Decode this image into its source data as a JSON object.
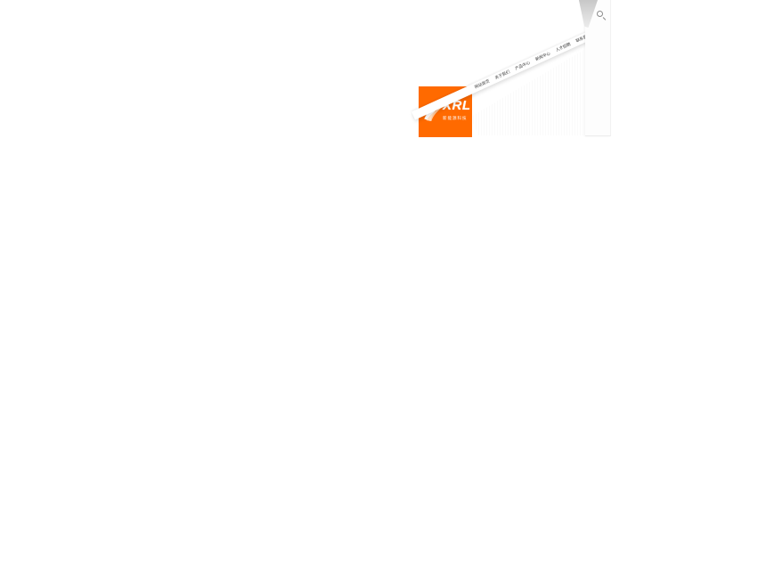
{
  "logo": {
    "brand": "XRL",
    "subtext": "新能源科技",
    "bg_color": "#ff6a00",
    "icon": "bird-swoosh-icon"
  },
  "nav": {
    "items": [
      {
        "label": "网站首页"
      },
      {
        "label": "关于我们"
      },
      {
        "label": "产品中心"
      },
      {
        "label": "新闻中心"
      },
      {
        "label": "人才招聘"
      },
      {
        "label": "联系我们"
      }
    ]
  },
  "search": {
    "icon": "search-icon"
  },
  "colors": {
    "accent": "#ff6a00",
    "bar": "#ffffff",
    "corner_fold": "#c7c7c7",
    "nav_text": "#3a3a3a"
  }
}
